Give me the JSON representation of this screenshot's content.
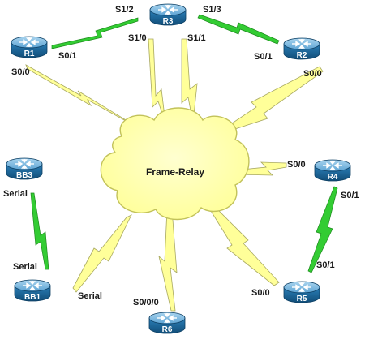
{
  "cloud": {
    "label": "Frame-Relay"
  },
  "routers": {
    "r1": "R1",
    "r2": "R2",
    "r3": "R3",
    "r4": "R4",
    "r5": "R5",
    "r6": "R6",
    "bb1": "BB1",
    "bb3": "BB3"
  },
  "interfaces": {
    "r1_s01": "S0/1",
    "r1_s00": "S0/0",
    "r2_s01": "S0/1",
    "r2_s00": "S0/0",
    "r3_s12": "S1/2",
    "r3_s13": "S1/3",
    "r3_s10": "S1/0",
    "r3_s11": "S1/1",
    "r4_s00": "S0/0",
    "r4_s01": "S0/1",
    "r5_s01": "S0/1",
    "r5_s00": "S0/0",
    "r6_s000": "S0/0/0",
    "bb3_serial": "Serial",
    "bb1_serial_top": "Serial",
    "bb1_serial_right": "Serial"
  },
  "colors": {
    "router_body": "#1d6fa3",
    "router_top": "#8ec3e6",
    "cloud_fill": "#ffffa6",
    "frame_relay_link": "#ffff99",
    "serial_link": "#33cc33"
  }
}
